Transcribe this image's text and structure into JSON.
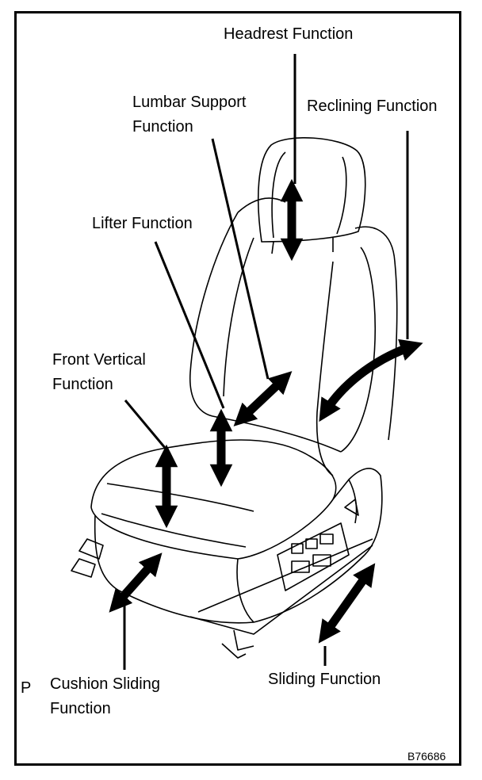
{
  "labels": {
    "headrest": "Headrest Function",
    "lumbar_1": "Lumbar Support",
    "lumbar_2": "Function",
    "reclining": "Reclining Function",
    "lifter": "Lifter Function",
    "front_vertical_1": "Front Vertical",
    "front_vertical_2": "Function",
    "cushion_sliding_1": "Cushion Sliding",
    "cushion_sliding_2": "Function",
    "sliding": "Sliding Function"
  },
  "marker": "P",
  "figure_code": "B76686"
}
